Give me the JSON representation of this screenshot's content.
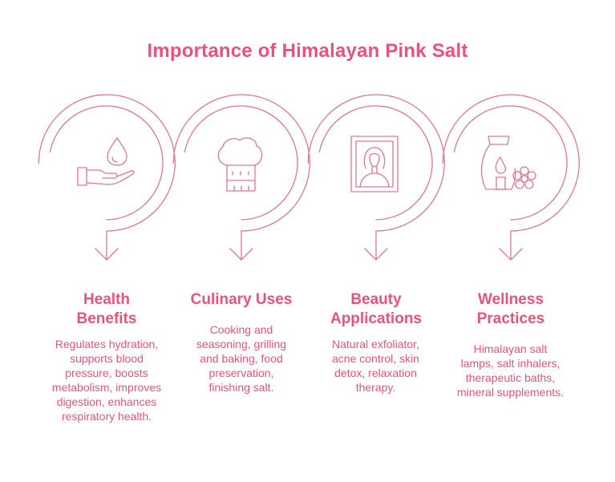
{
  "title": "Importance of Himalayan Pink Salt",
  "colors": {
    "accent": "#e8537a",
    "stroke": "#d97a93"
  },
  "items": [
    {
      "heading": "Health Benefits",
      "description": "Regulates hydration, supports blood pressure, boosts metabolism, improves digestion, enhances respiratory health.",
      "icon": "hand-water-drop-icon"
    },
    {
      "heading": "Culinary Uses",
      "description": "Cooking and seasoning, grilling and baking, food preservation, finishing salt.",
      "icon": "chef-hat-icon"
    },
    {
      "heading": "Beauty Applications",
      "description": "Natural exfoliator, acne control, skin detox, relaxation therapy.",
      "icon": "framed-portrait-icon"
    },
    {
      "heading": "Wellness Practices",
      "description": "Himalayan salt lamps, salt inhalers, therapeutic baths, mineral supplements.",
      "icon": "salt-lamp-flower-icon"
    }
  ]
}
